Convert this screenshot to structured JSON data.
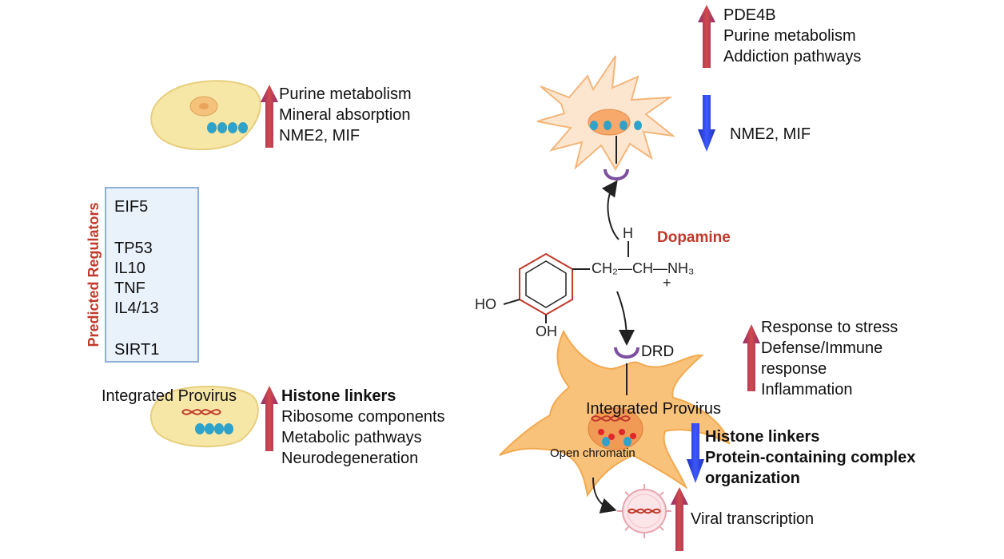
{
  "title": "Dopamine",
  "regulators": {
    "title": "Predicted Regulators",
    "items": [
      "EIF5",
      "TP53",
      "IL10",
      "TNF",
      "IL4/13",
      "SIRT1"
    ]
  },
  "top_left_cell": {
    "lines": [
      "Purine metabolism",
      "Mineral absorption",
      "NME2, MIF"
    ]
  },
  "bottom_left_cell": {
    "label": "Integrated Provirus",
    "lines": [
      "Histone linkers",
      "Ribosome components",
      "Metabolic pathways",
      "Neurodegeneration"
    ]
  },
  "top_right_up": {
    "lines": [
      "PDE4B",
      "Purine metabolism",
      "Addiction pathways"
    ]
  },
  "top_right_down": {
    "lines": [
      "NME2, MIF"
    ]
  },
  "molecule": {
    "ho1": "HO",
    "ho2": "OH",
    "chain": "CH₂—CH—NH₃",
    "h": "H",
    "plus": "+"
  },
  "receptor_label": "DRD",
  "microglia": {
    "provirus_label": "Integrated Provirus",
    "chromatin_label": "Open chromatin"
  },
  "right_up": {
    "lines": [
      "Response to stress",
      "Defense/Immune",
      "response",
      "Inflammation"
    ]
  },
  "right_down": {
    "lines": [
      "Histone linkers",
      "Protein-containing complex",
      "organization"
    ]
  },
  "viral": {
    "label": "Viral transcription"
  },
  "colors": {
    "up_arrow": "#b5394e",
    "down_arrow": "#2f3fd8",
    "cell_yellow": "#f7e7a6",
    "cell_orange": "#f9c27a",
    "title_red": "#c0392b"
  }
}
